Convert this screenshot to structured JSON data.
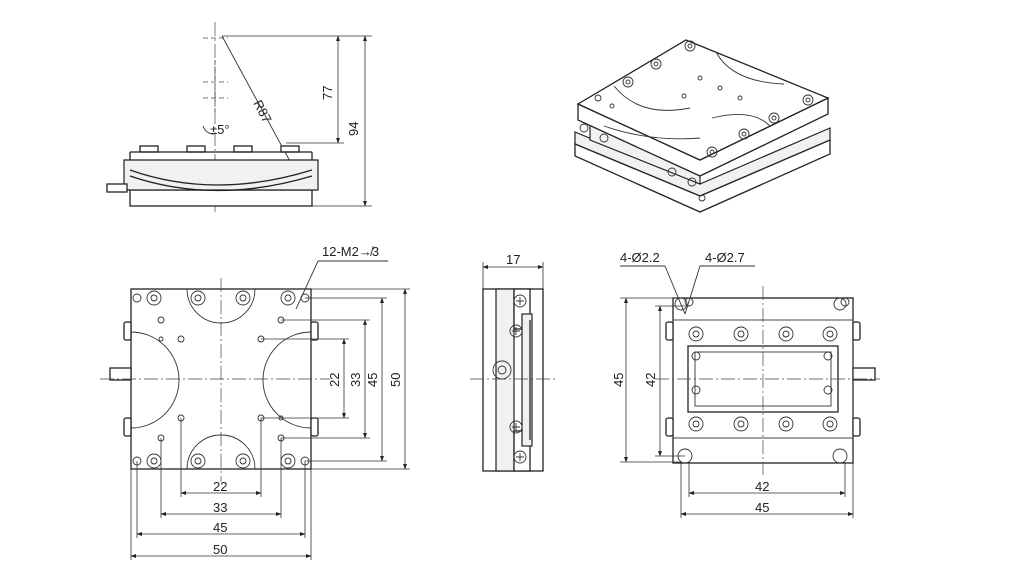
{
  "labels": {
    "radius": "R87",
    "tilt": "±5°",
    "height_77": "77",
    "height_94": "94",
    "thread_holes": "12-M2↛3",
    "side_width": "17",
    "hole_22": "4-Ø2.2",
    "hole_27": "4-Ø2.7"
  },
  "top_view": {
    "horizontal": [
      "22",
      "33",
      "45",
      "50"
    ],
    "vertical": [
      "22",
      "33",
      "45",
      "50"
    ]
  },
  "bottom_view": {
    "horizontal": [
      "42",
      "45"
    ],
    "vertical": [
      "45",
      "42"
    ]
  }
}
